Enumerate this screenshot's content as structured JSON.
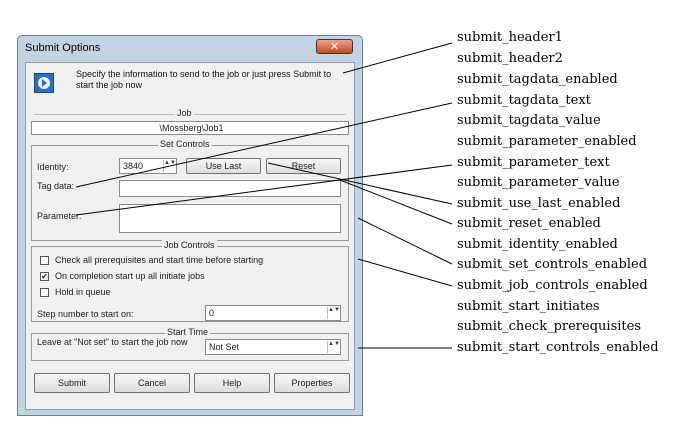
{
  "dialog": {
    "title": "Submit Options",
    "close_glyph": "✕",
    "header_text": "Specify the information to send to the job or just press Submit to start the job now",
    "job_section_label": "Job",
    "job_path": "\\Mossberg\\Job1",
    "set_controls_label": "Set Controls",
    "identity_label": "Identity:",
    "identity_value": "3840",
    "use_last_label": "Use Last",
    "reset_label": "Reset",
    "tag_data_label": "Tag data:",
    "tag_data_value": "",
    "parameter_label": "Parameter:",
    "parameter_value": "",
    "job_controls_label": "Job Controls",
    "check_prereq_label": "Check all prerequisites and start time before starting",
    "check_prereq_checked": "",
    "start_initiates_label": "On completion start up all initiate jobs",
    "start_initiates_checked": "✔",
    "hold_label": "Hold in queue",
    "hold_checked": "",
    "step_label": "Step number to start on:",
    "step_value": "0",
    "start_time_label": "Start Time",
    "start_time_hint": "Leave at \"Not set\" to start the job now",
    "start_time_value": "Not Set",
    "spin_glyph": "▲▼",
    "buttons": {
      "submit": "Submit",
      "cancel": "Cancel",
      "help": "Help",
      "properties": "Properties"
    },
    "icons": {
      "info": "info-arrow-icon",
      "close": "close-icon"
    }
  },
  "annotations": [
    "submit_header1",
    "submit_header2",
    "submit_tagdata_enabled",
    "submit_tagdata_text",
    "submit_tagdata_value",
    "submit_parameter_enabled",
    "submit_parameter_text",
    "submit_parameter_value",
    "submit_use_last_enabled",
    "submit_reset_enabled",
    "submit_identity_enabled",
    "submit_set_controls_enabled",
    "submit_job_controls_enabled",
    "submit_start_initiates",
    "submit_check_prerequisites",
    "submit_start_controls_enabled"
  ],
  "colors": {
    "frame": "#c4d3e3",
    "client": "#f0f0f0",
    "close_button": "#c44a2b",
    "info_icon": "#2f6fb9"
  }
}
